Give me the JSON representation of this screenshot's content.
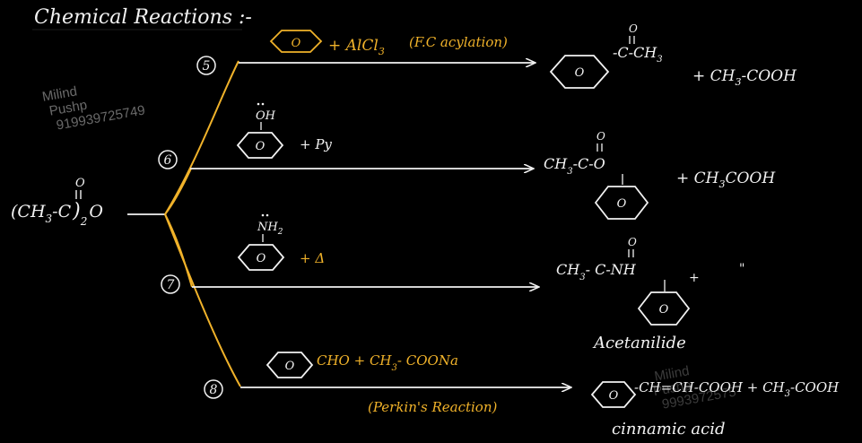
{
  "title": "Chemical Reactions :-",
  "colors": {
    "background": "#000000",
    "ink": "#f2f2f2",
    "accent": "#f0b22a",
    "watermark": "#6a6a6a"
  },
  "reactant": {
    "carbonyl_o": "O",
    "left": "(CH",
    "sub3": "3",
    "middle": "-C",
    "close": ")",
    "sub2": "2",
    "oxygen": "O"
  },
  "watermark": {
    "line1": "Milind",
    "line2": "Pushp",
    "line3": "919939725749",
    "faded_line1": "Milind",
    "faded_line2": "Pushp",
    "faded_line3": "9993972575"
  },
  "reactions": [
    {
      "number": "5",
      "reagent_ring": "O",
      "reagent_text": "+ AlCl",
      "reagent_sub": "3",
      "note": "(F.C acylation)",
      "product_ring": "O",
      "product_o": "O",
      "product_text": "-C-CH",
      "product_sub": "3",
      "byproduct": "+ CH",
      "byproduct_sub": "3",
      "byproduct_tail": "-COOH"
    },
    {
      "number": "6",
      "reagent_group": "OH",
      "reagent_ring": "O",
      "reagent_text": "+ Py",
      "product_o": "O",
      "product_text": "CH",
      "product_sub": "3",
      "product_tail": "-C-O",
      "product_ring": "O",
      "byproduct": "+ CH",
      "byproduct_sub": "3",
      "byproduct_tail": "COOH"
    },
    {
      "number": "7",
      "reagent_group": "NH",
      "reagent_group_sub": "2",
      "reagent_ring": "O",
      "reagent_text": "+ Δ",
      "product_o": "O",
      "product_text": "CH",
      "product_sub": "3",
      "product_tail": "- C-NH",
      "product_plus": "+",
      "product_ditto": "\"",
      "product_ring": "O",
      "product_name": "Acetanilide"
    },
    {
      "number": "8",
      "reagent_ring": "O",
      "reagent_text": "CHO + CH",
      "reagent_sub": "3",
      "reagent_tail": "- COONa",
      "note": "(Perkin's Reaction)",
      "product_ring": "O",
      "product_text": "-CH=CH-COOH + CH",
      "product_sub": "3",
      "product_tail": "-COOH",
      "product_name": "cinnamic acid"
    }
  ]
}
